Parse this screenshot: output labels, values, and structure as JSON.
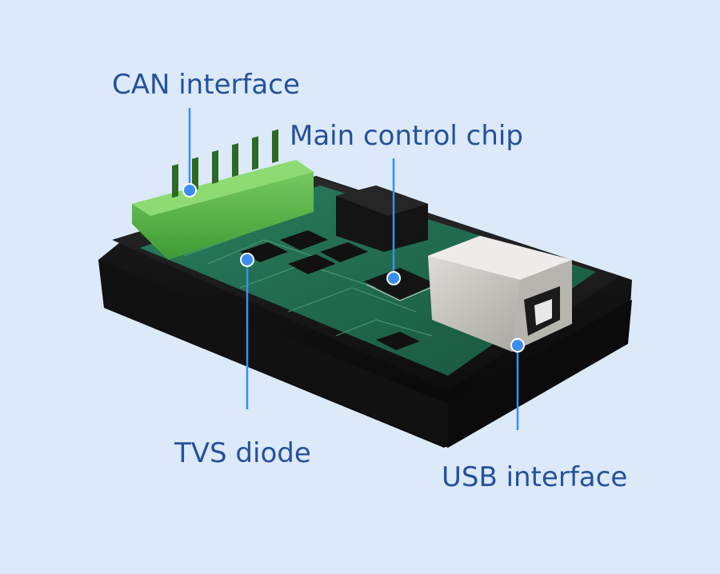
{
  "callouts": {
    "can_interface": "CAN interface",
    "main_control_chip": "Main control chip",
    "tvs_diode": "TVS diode",
    "usb_interface": "USB interface"
  },
  "colors": {
    "background": "#dce9f9",
    "label_text": "#24519c",
    "leader_line": "#3b8ef0",
    "pcb": "#1f6a4e",
    "terminal_block": "#5fb84a",
    "enclosure": "#151515",
    "usb_port": "#c9c7c2"
  }
}
